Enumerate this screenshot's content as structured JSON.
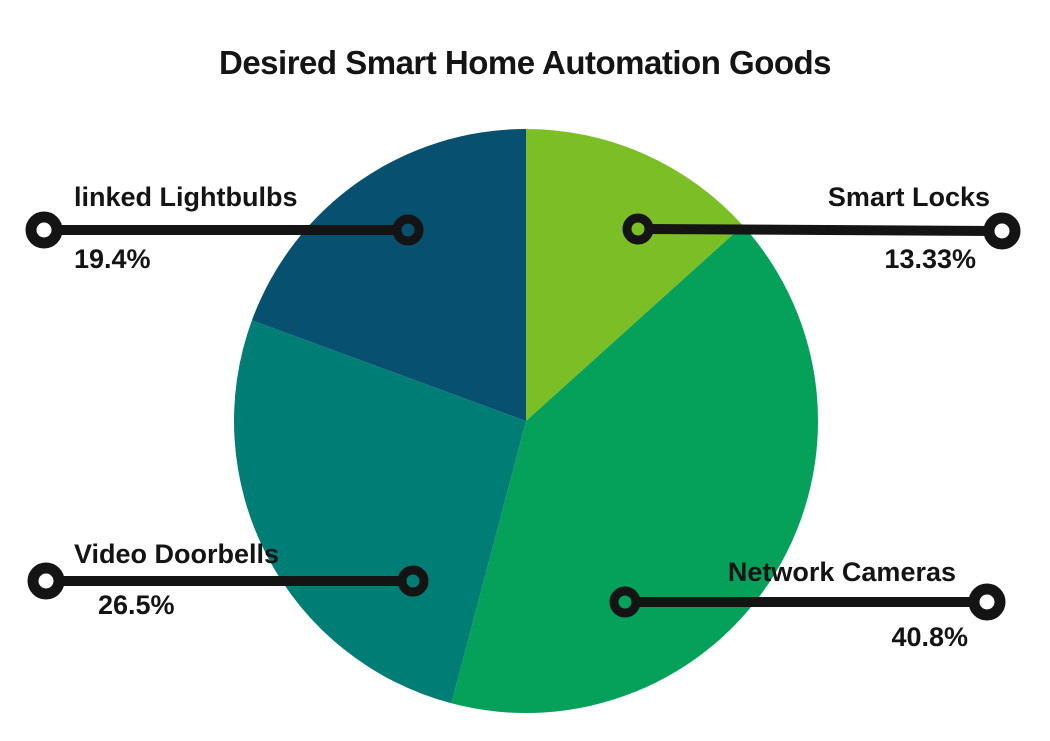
{
  "title": "Desired Smart Home Automation Goods",
  "colors": {
    "smart_locks": "#7cbe25",
    "network_cameras": "#05a059",
    "video_doorbells": "#007d75",
    "linked_lightbulbs": "#07506f",
    "ink": "#141414",
    "background": "#ffffff"
  },
  "chart_data": {
    "type": "pie",
    "title": "Desired Smart Home Automation Goods",
    "start_angle_deg": 0,
    "direction": "clockwise",
    "legend": "none",
    "annotation_style": "callout-lines-with-ring-markers",
    "series": [
      {
        "id": "smart-locks",
        "label": "Smart Locks",
        "value": 13.33,
        "pct_label": "13.33%",
        "color": "#7cbe25"
      },
      {
        "id": "network-cameras",
        "label": "Network Cameras",
        "value": 40.8,
        "pct_label": "40.8%",
        "color": "#05a059"
      },
      {
        "id": "video-doorbells",
        "label": "Video Doorbells",
        "value": 26.5,
        "pct_label": "26.5%",
        "color": "#007d75"
      },
      {
        "id": "linked-lightbulbs",
        "label": "linked Lightbulbs",
        "value": 19.4,
        "pct_label": "19.4%",
        "color": "#07506f"
      }
    ]
  }
}
